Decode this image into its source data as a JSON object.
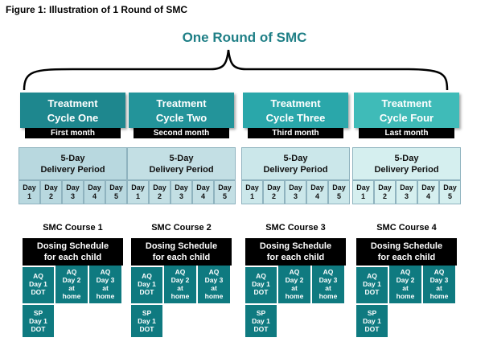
{
  "figure_title": "Figure 1: Illustration of 1 Round of SMC",
  "round_title": "One Round of SMC",
  "colors": {
    "cycle_fills": [
      "#1e878e",
      "#23949a",
      "#2aa7aa",
      "#3fbbb8"
    ],
    "delivery_fills": [
      "#b8d8df",
      "#c3dfe4",
      "#cbe7ea",
      "#d5efef"
    ],
    "dose_cell": "#0f7a80",
    "title_teal": "#1f7f86"
  },
  "cycles": [
    {
      "line1": "Treatment",
      "line2": "Cycle One",
      "month": "First month",
      "delivery_line1": "5-Day",
      "delivery_line2": "Delivery Period",
      "days": [
        {
          "a": "Day",
          "b": "1"
        },
        {
          "a": "Day",
          "b": "2"
        },
        {
          "a": "Day",
          "b": "3"
        },
        {
          "a": "Day",
          "b": "4"
        },
        {
          "a": "Day",
          "b": "5"
        }
      ],
      "course": "SMC Course 1",
      "dosing_line1": "Dosing Schedule",
      "dosing_line2": "for each child",
      "aq1": [
        "AQ",
        "Day 1",
        "DOT"
      ],
      "aq2": [
        "AQ",
        "Day 2",
        "at",
        "home"
      ],
      "aq3": [
        "AQ",
        "Day 3",
        "at",
        "home"
      ],
      "sp": [
        "SP",
        "Day 1",
        "DOT"
      ]
    },
    {
      "line1": "Treatment",
      "line2": "Cycle Two",
      "month": "Second month",
      "delivery_line1": "5-Day",
      "delivery_line2": "Delivery Period",
      "days": [
        {
          "a": "Day",
          "b": "1"
        },
        {
          "a": "Day",
          "b": "2"
        },
        {
          "a": "Day",
          "b": "3"
        },
        {
          "a": "Day",
          "b": "4"
        },
        {
          "a": "Day",
          "b": "5"
        }
      ],
      "course": "SMC Course 2",
      "dosing_line1": "Dosing Schedule",
      "dosing_line2": "for each child",
      "aq1": [
        "AQ",
        "Day 1",
        "DOT"
      ],
      "aq2": [
        "AQ",
        "Day 2",
        "at",
        "home"
      ],
      "aq3": [
        "AQ",
        "Day 3",
        "at",
        "home"
      ],
      "sp": [
        "SP",
        "Day 1",
        "DOT"
      ]
    },
    {
      "line1": "Treatment",
      "line2": "Cycle Three",
      "month": "Third month",
      "delivery_line1": "5-Day",
      "delivery_line2": "Delivery Period",
      "days": [
        {
          "a": "Day",
          "b": "1"
        },
        {
          "a": "Day",
          "b": "2"
        },
        {
          "a": "Day",
          "b": "3"
        },
        {
          "a": "Day",
          "b": "4"
        },
        {
          "a": "Day",
          "b": "5"
        }
      ],
      "course": "SMC Course 3",
      "dosing_line1": "Dosing Schedule",
      "dosing_line2": "for each child",
      "aq1": [
        "AQ",
        "Day 1",
        "DOT"
      ],
      "aq2": [
        "AQ",
        "Day 2",
        "at",
        "home"
      ],
      "aq3": [
        "AQ",
        "Day 3",
        "at",
        "home"
      ],
      "sp": [
        "SP",
        "Day 1",
        "DOT"
      ]
    },
    {
      "line1": "Treatment",
      "line2": "Cycle Four",
      "month": "Last month",
      "delivery_line1": "5-Day",
      "delivery_line2": "Delivery Period",
      "days": [
        {
          "a": "Day",
          "b": "1"
        },
        {
          "a": "Day",
          "b": "2"
        },
        {
          "a": "Day",
          "b": "3"
        },
        {
          "a": "Day",
          "b": "4"
        },
        {
          "a": "Day",
          "b": "5"
        }
      ],
      "course": "SMC Course 4",
      "dosing_line1": "Dosing Schedule",
      "dosing_line2": "for each child",
      "aq1": [
        "AQ",
        "Day 1",
        "DOT"
      ],
      "aq2": [
        "AQ",
        "Day 2",
        "at",
        "home"
      ],
      "aq3": [
        "AQ",
        "Day 3",
        "at",
        "home"
      ],
      "sp": [
        "SP",
        "Day 1",
        "DOT"
      ]
    }
  ]
}
